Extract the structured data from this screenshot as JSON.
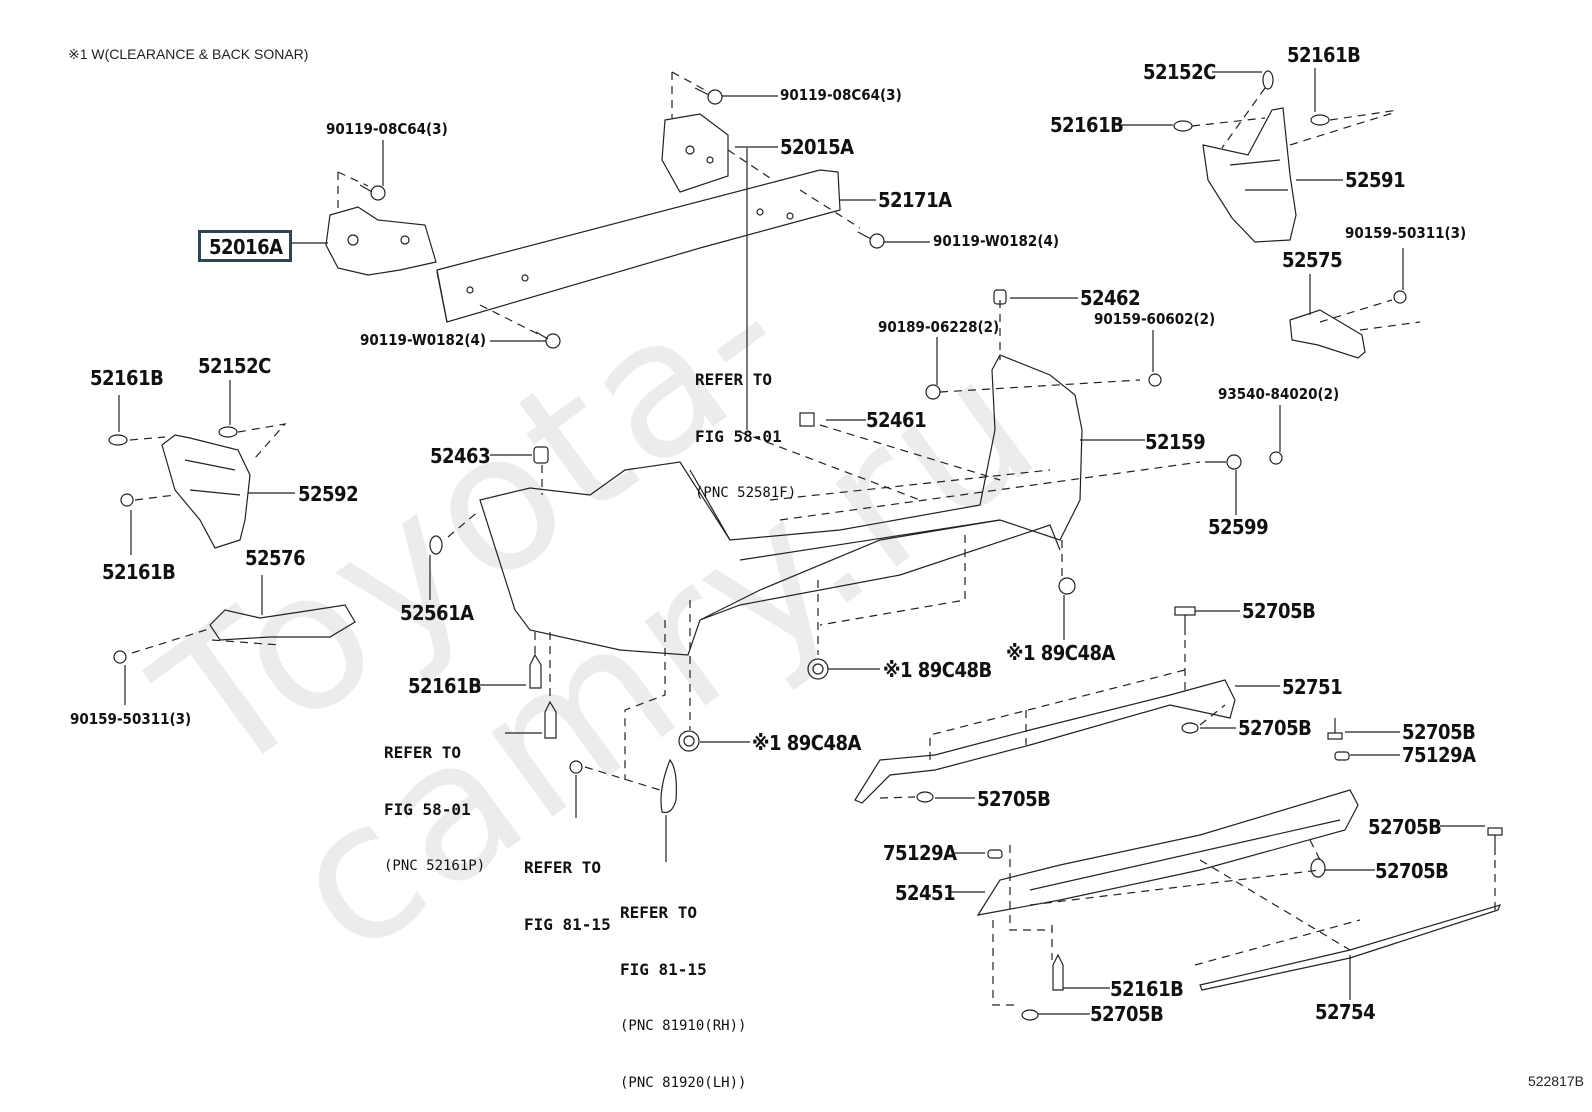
{
  "diagram": {
    "note": "※1 W(CLEARANCE & BACK SONAR)",
    "figure_number": "522817B",
    "watermark": "Toyota-camry.ru",
    "selected_part": "52016A",
    "highlight_color": "#2e4552"
  },
  "labels": {
    "p52016A": "52016A",
    "p90119_08C64_left": "90119-08C64(3)",
    "p90119_08C64_top": "90119-08C64(3)",
    "p52015A": "52015A",
    "p52171A": "52171A",
    "p90119_W0182_right": "90119-W0182(4)",
    "p90119_W0182_left": "90119-W0182(4)",
    "p52152C_top": "52152C",
    "p52161B_topright": "52161B",
    "p52161B_topmid": "52161B",
    "p52591": "52591",
    "p90159_50311_right": "90159-50311(3)",
    "p52575": "52575",
    "p52462": "52462",
    "p90189_06228": "90189-06228(2)",
    "p90159_60602": "90159-60602(2)",
    "p52461": "52461",
    "p93540_84020": "93540-84020(2)",
    "p52159": "52159",
    "p52599": "52599",
    "p52463": "52463",
    "p52161B_left_top": "52161B",
    "p52152C_left": "52152C",
    "p52592": "52592",
    "p52161B_left_bottom": "52161B",
    "p52576": "52576",
    "p90159_50311_left": "90159-50311(3)",
    "p52561A": "52561A",
    "p52161B_lower": "52161B",
    "p89C48B": "※1 89C48B",
    "p89C48A_mid": "※1 89C48A",
    "p89C48A_low": "※1 89C48A",
    "p52705B_a": "52705B",
    "p52751": "52751",
    "p52705B_b": "52705B",
    "p52705B_c": "52705B",
    "p75129A_right": "75129A",
    "p52705B_d": "52705B",
    "p52705B_e": "52705B",
    "p75129A_left": "75129A",
    "p52705B_f": "52705B",
    "p52451": "52451",
    "p52161B_bottom": "52161B",
    "p52705B_g": "52705B",
    "p52754": "52754"
  },
  "references": {
    "r1": {
      "line1": "REFER TO",
      "line2": "FIG 58-01",
      "pnc": "(PNC 52581F)"
    },
    "r2": {
      "line1": "REFER TO",
      "line2": "FIG 58-01",
      "pnc": "(PNC 52161P)"
    },
    "r3": {
      "line1": "REFER TO",
      "line2": "FIG 81-15"
    },
    "r4": {
      "line1": "REFER TO",
      "line2": "FIG 81-15",
      "pnc1": "(PNC 81910(RH))",
      "pnc2": "(PNC 81920(LH))"
    }
  }
}
